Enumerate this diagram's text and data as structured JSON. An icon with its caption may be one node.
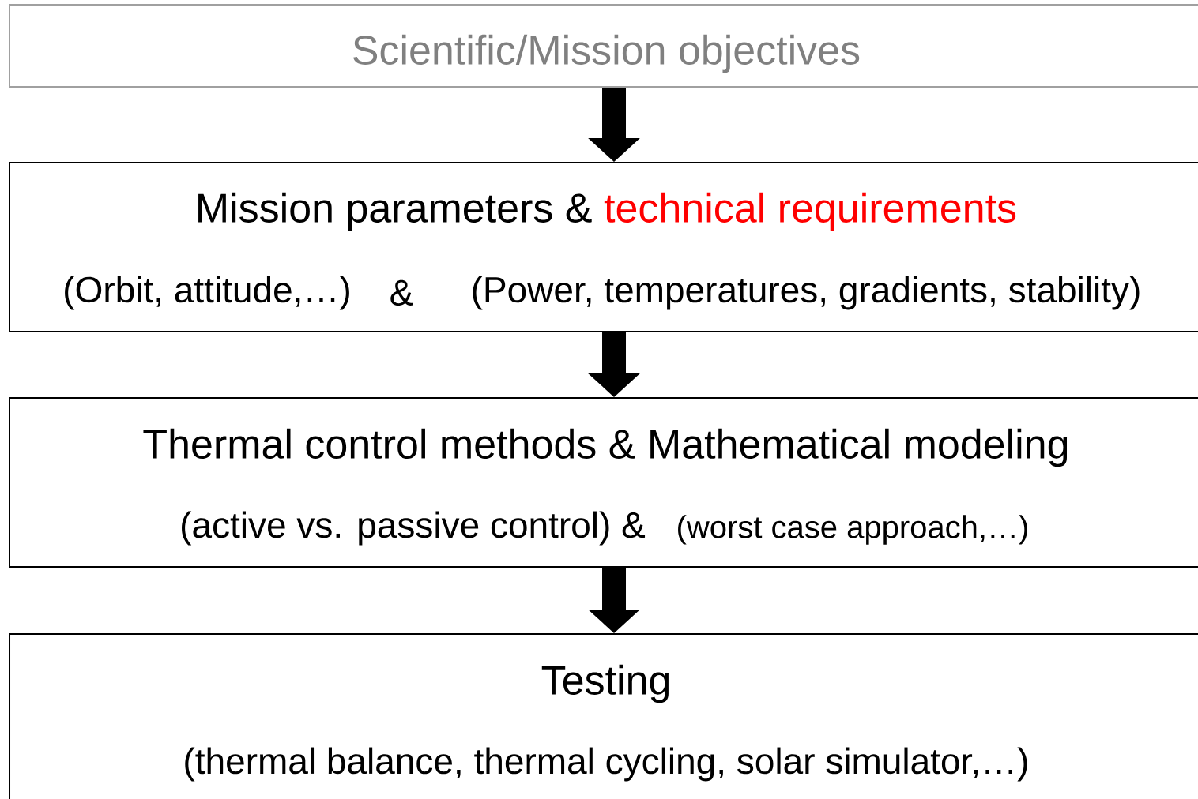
{
  "diagram": {
    "nodes": [
      {
        "text": [
          "Scientific/Mission objectives"
        ]
      },
      {
        "text": [
          "Mission parameters &",
          "technical requirements",
          "(Orbit, attitude,…)",
          "&",
          "(Power, temperatures, gradients, stability)"
        ]
      },
      {
        "text": [
          "Thermal control methods & Mathematical modeling",
          "(active vs. passive control) &",
          "(worst case approach,…)"
        ]
      },
      {
        "text": [
          "Testing",
          "(thermal balance, thermal cycling, solar simulator,…)"
        ]
      }
    ],
    "edges": [
      {
        "from": 0,
        "to": 1,
        "arrow": "to"
      },
      {
        "from": 1,
        "to": 2,
        "arrow": "to"
      },
      {
        "from": 2,
        "to": 3,
        "arrow": "to"
      }
    ]
  }
}
